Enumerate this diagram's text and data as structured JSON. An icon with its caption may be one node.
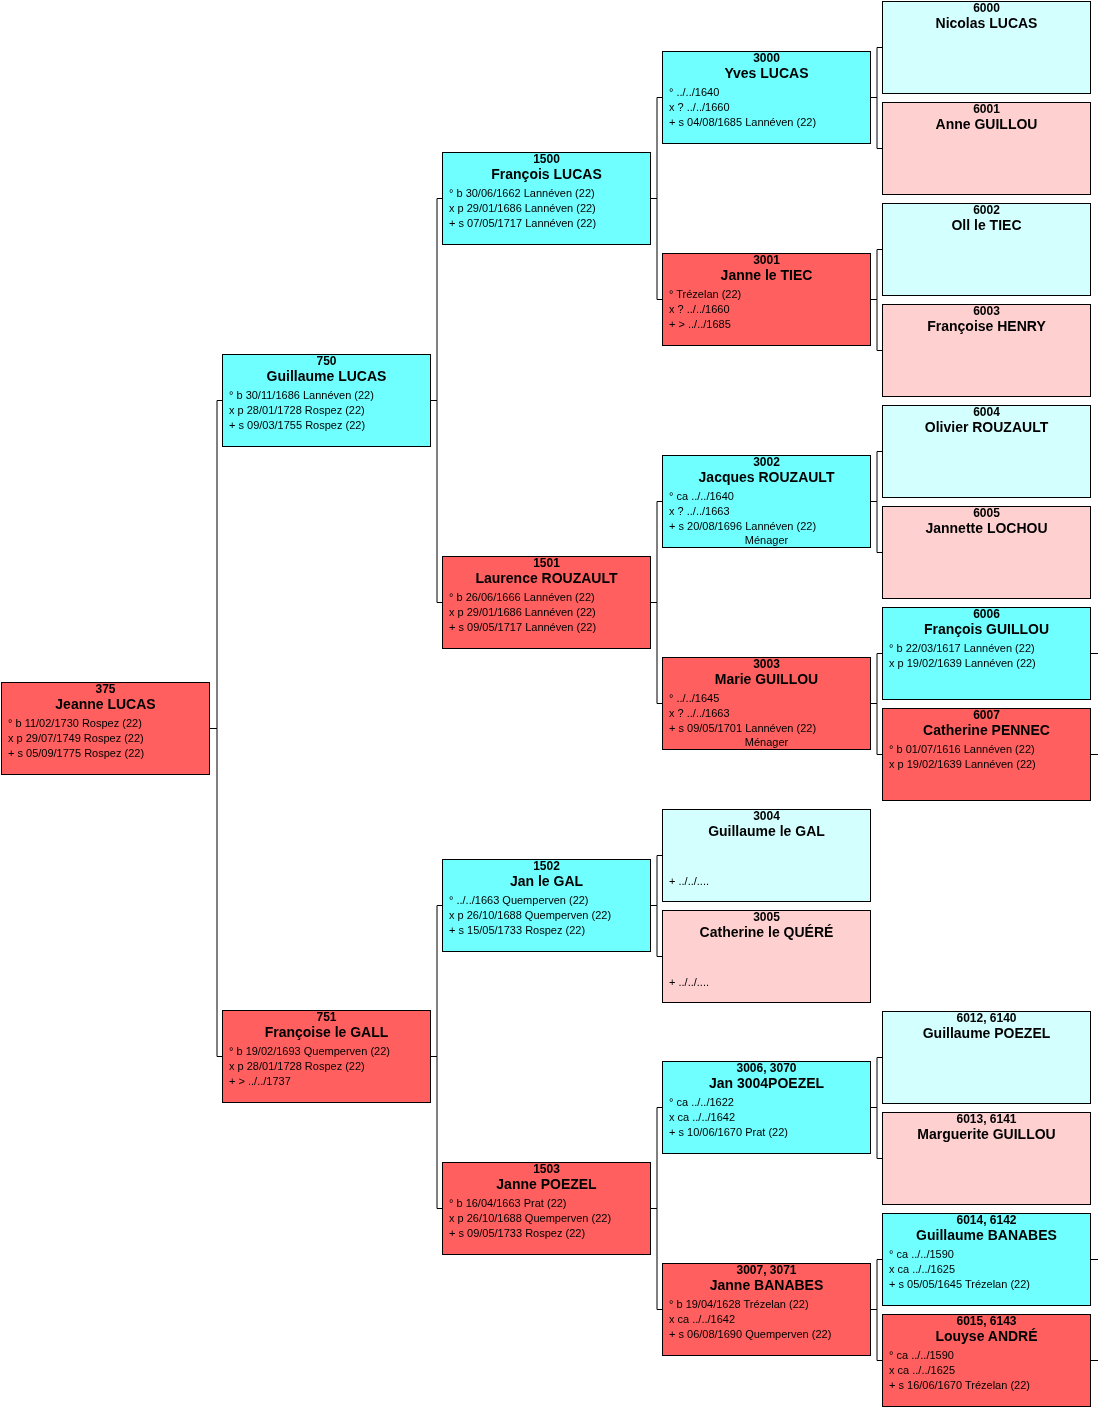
{
  "diagram": {
    "nodes": [
      {
        "text": [
          "375",
          "Jeanne LUCAS",
          "° b 11/02/1730 Rospez (22)",
          "x p 29/07/1749 Rospez (22)",
          "+ s 05/09/1775 Rospez (22)"
        ]
      },
      {
        "text": [
          "750",
          "Guillaume LUCAS",
          "° b 30/11/1686 Lannéven (22)",
          "x p 28/01/1728 Rospez (22)",
          "+ s 09/03/1755 Rospez (22)"
        ]
      },
      {
        "text": [
          "751",
          "Françoise le GALL",
          "° b 19/02/1693 Quemperven (22)",
          "x p 28/01/1728 Rospez (22)",
          "+ > ../../1737"
        ]
      },
      {
        "text": [
          "1500",
          "François LUCAS",
          "° b 30/06/1662 Lannéven (22)",
          "x p 29/01/1686 Lannéven (22)",
          "+ s 07/05/1717 Lannéven (22)"
        ]
      },
      {
        "text": [
          "1501",
          "Laurence ROUZAULT",
          "° b 26/06/1666 Lannéven (22)",
          "x p 29/01/1686 Lannéven (22)",
          "+ s 09/05/1717 Lannéven (22)"
        ]
      },
      {
        "text": [
          "1502",
          "Jan le GAL",
          "° ../../1663 Quemperven (22)",
          "x p 26/10/1688 Quemperven (22)",
          "+ s 15/05/1733 Rospez (22)"
        ]
      },
      {
        "text": [
          "1503",
          "Janne POEZEL",
          "° b 16/04/1663 Prat (22)",
          "x p 26/10/1688 Quemperven (22)",
          "+ s 09/05/1733 Rospez (22)"
        ]
      },
      {
        "text": [
          "3000",
          "Yves LUCAS",
          "° ../../1640",
          "x ? ../../1660",
          "+ s 04/08/1685 Lannéven (22)"
        ]
      },
      {
        "text": [
          "3001",
          "Janne le TIEC",
          "° Trézelan (22)",
          "x ? ../../1660",
          "+ > ../../1685"
        ]
      },
      {
        "text": [
          "3002",
          "Jacques ROUZAULT",
          "° ca ../../1640",
          "x ? ../../1663",
          "+ s 20/08/1696 Lannéven (22)",
          "Ménager"
        ]
      },
      {
        "text": [
          "3003",
          "Marie GUILLOU",
          "° ../../1645",
          "x ? ../../1663",
          "+ s 09/05/1701 Lannéven (22)",
          "Ménager"
        ]
      },
      {
        "text": [
          "3004",
          "Guillaume le GAL",
          "+ ../../...."
        ]
      },
      {
        "text": [
          "3005",
          "Catherine le QUÉRÉ",
          "+ ../../...."
        ]
      },
      {
        "text": [
          "3006, 3070",
          "Jan 3004POEZEL",
          "° ca ../../1622",
          "x ca ../../1642",
          "+ s 10/06/1670 Prat (22)"
        ]
      },
      {
        "text": [
          "3007, 3071",
          "Janne BANABES",
          "° b 19/04/1628 Trézelan (22)",
          "x ca ../../1642",
          "+ s 06/08/1690 Quemperven (22)"
        ]
      },
      {
        "text": [
          "6000",
          "Nicolas LUCAS"
        ]
      },
      {
        "text": [
          "6001",
          "Anne GUILLOU"
        ]
      },
      {
        "text": [
          "6002",
          "Oll le TIEC"
        ]
      },
      {
        "text": [
          "6003",
          "Françoise HENRY"
        ]
      },
      {
        "text": [
          "6004",
          "Olivier ROUZAULT"
        ]
      },
      {
        "text": [
          "6005",
          "Jannette LOCHOU"
        ]
      },
      {
        "text": [
          "6006",
          "François GUILLOU",
          "° b 22/03/1617 Lannéven (22)",
          "x p 19/02/1639 Lannéven (22)"
        ]
      },
      {
        "text": [
          "6007",
          "Catherine PENNEC",
          "° b 01/07/1616 Lannéven (22)",
          "x p 19/02/1639 Lannéven (22)"
        ]
      },
      {
        "text": [
          "6012, 6140",
          "Guillaume POEZEL"
        ]
      },
      {
        "text": [
          "6013, 6141",
          "Marguerite GUILLOU"
        ]
      },
      {
        "text": [
          "6014, 6142",
          "Guillaume BANABES",
          "° ca ../../1590",
          "x ca ../../1625",
          "+ s 05/05/1645 Trézelan (22)"
        ]
      },
      {
        "text": [
          "6015, 6143",
          "Louyse ANDRÉ",
          "° ca ../../1590",
          "x ca ../../1625",
          "+ s 16/06/1670 Trézelan (22)"
        ]
      }
    ],
    "edges": [
      {
        "from": 0,
        "to": 1,
        "arrow": "none"
      },
      {
        "from": 0,
        "to": 2,
        "arrow": "none"
      },
      {
        "from": 1,
        "to": 3,
        "arrow": "none"
      },
      {
        "from": 1,
        "to": 4,
        "arrow": "none"
      },
      {
        "from": 2,
        "to": 5,
        "arrow": "none"
      },
      {
        "from": 2,
        "to": 6,
        "arrow": "none"
      },
      {
        "from": 3,
        "to": 7,
        "arrow": "none"
      },
      {
        "from": 3,
        "to": 8,
        "arrow": "none"
      },
      {
        "from": 4,
        "to": 9,
        "arrow": "none"
      },
      {
        "from": 4,
        "to": 10,
        "arrow": "none"
      },
      {
        "from": 5,
        "to": 11,
        "arrow": "none"
      },
      {
        "from": 5,
        "to": 12,
        "arrow": "none"
      },
      {
        "from": 6,
        "to": 13,
        "arrow": "none"
      },
      {
        "from": 6,
        "to": 14,
        "arrow": "none"
      },
      {
        "from": 7,
        "to": 15,
        "arrow": "none"
      },
      {
        "from": 7,
        "to": 16,
        "arrow": "none"
      },
      {
        "from": 8,
        "to": 17,
        "arrow": "none"
      },
      {
        "from": 8,
        "to": 18,
        "arrow": "none"
      },
      {
        "from": 9,
        "to": 19,
        "arrow": "none"
      },
      {
        "from": 9,
        "to": 20,
        "arrow": "none"
      },
      {
        "from": 10,
        "to": 21,
        "arrow": "none"
      },
      {
        "from": 10,
        "to": 22,
        "arrow": "none"
      },
      {
        "from": 13,
        "to": 23,
        "arrow": "none"
      },
      {
        "from": 13,
        "to": 24,
        "arrow": "none"
      },
      {
        "from": 14,
        "to": 25,
        "arrow": "none"
      },
      {
        "from": 14,
        "to": 26,
        "arrow": "none"
      },
      {
        "from": 21,
        "to": null,
        "arrow": "none"
      },
      {
        "from": 22,
        "to": null,
        "arrow": "none"
      },
      {
        "from": 25,
        "to": null,
        "arrow": "none"
      },
      {
        "from": 26,
        "to": null,
        "arrow": "none"
      }
    ]
  }
}
